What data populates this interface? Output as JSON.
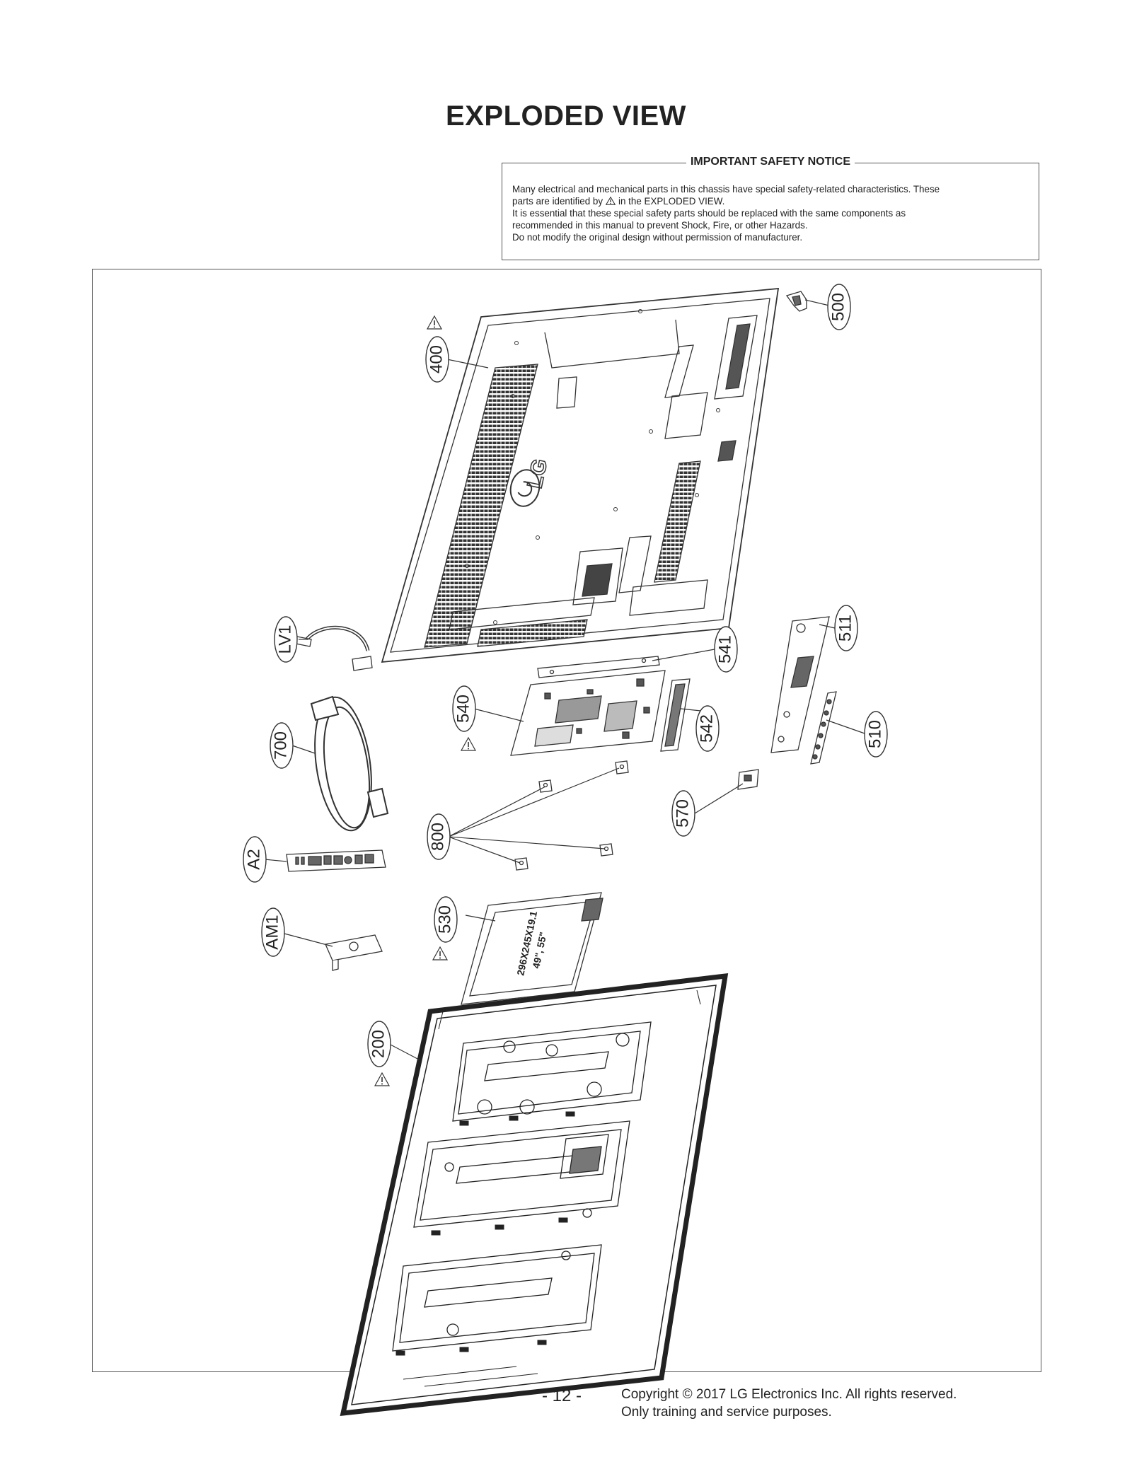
{
  "title": "EXPLODED VIEW",
  "notice": {
    "heading": "IMPORTANT SAFETY NOTICE",
    "line1": "Many electrical and mechanical parts in this chassis have special safety-related characteristics. These",
    "line2_pre": "parts are identified by",
    "line2_post": "in the EXPLODED VIEW.",
    "line3": "It is essential that these special safety parts should be replaced with the same components as",
    "line4": "recommended in this manual to prevent Shock, Fire, or other Hazards.",
    "line5": "Do not modify the original design without permission of manufacturer."
  },
  "parts": {
    "p400": "400",
    "p500": "500",
    "pLV1": "LV1",
    "p541": "541",
    "p511": "511",
    "p540": "540",
    "p542": "542",
    "p510": "510",
    "p700": "700",
    "p570": "570",
    "p800": "800",
    "pA2": "A2",
    "p530": "530",
    "pAM1": "AM1",
    "p200": "200"
  },
  "logo_text": "LG",
  "psu_label_1": "296X245X19.1",
  "psu_label_2": "49\", 55\"",
  "footer": {
    "page": "- 12 -",
    "copyright": "Copyright © 2017 LG Electronics Inc. All rights reserved.",
    "purpose": "Only training and service purposes."
  }
}
